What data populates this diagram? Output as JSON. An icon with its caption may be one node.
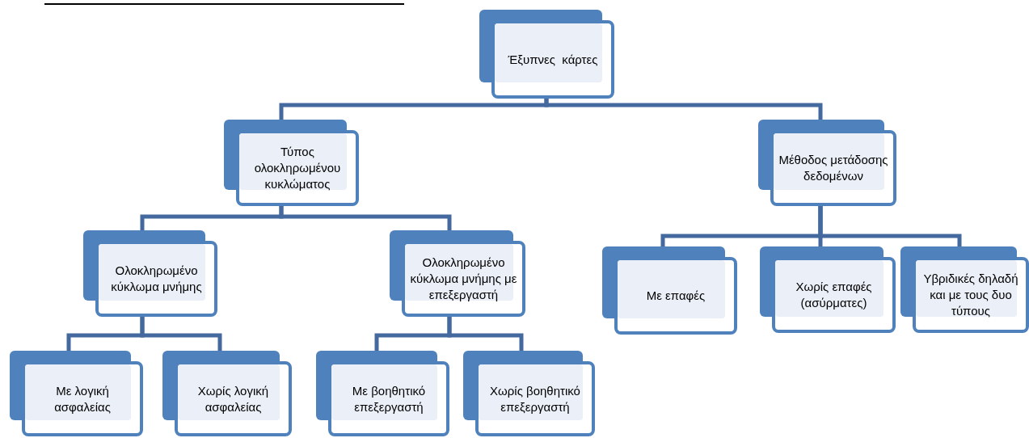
{
  "diagram": {
    "nodes": [
      {
        "text": [
          "Έξυπνες  κάρτες"
        ]
      },
      {
        "text": [
          "Τύπος ολοκληρωμένου κυκλώματος"
        ]
      },
      {
        "text": [
          "Μέθοδος μετάδοσης δεδομένων"
        ]
      },
      {
        "text": [
          "Ολοκληρωμένο κύκλωμα μνήμης"
        ]
      },
      {
        "text": [
          "Ολοκληρωμένο κύκλωμα μνήμης με επεξεργαστή"
        ]
      },
      {
        "text": [
          "Με επαφές"
        ]
      },
      {
        "text": [
          "Χωρίς επαφές (ασύρματες)"
        ]
      },
      {
        "text": [
          "Υβριδικές δηλαδή και με τους δυο τύπους"
        ]
      },
      {
        "text": [
          "Με λογική ασφαλείας"
        ]
      },
      {
        "text": [
          "Χωρίς λογική ασφαλείας"
        ]
      },
      {
        "text": [
          "Με βοηθητικό επεξεργαστή"
        ]
      },
      {
        "text": [
          "Χωρίς βοηθητικό επεξεργαστή"
        ]
      }
    ],
    "edges": [
      {
        "from": 0,
        "to": 1,
        "arrow": "none"
      },
      {
        "from": 0,
        "to": 2,
        "arrow": "none"
      },
      {
        "from": 1,
        "to": 3,
        "arrow": "none"
      },
      {
        "from": 1,
        "to": 4,
        "arrow": "none"
      },
      {
        "from": 2,
        "to": 5,
        "arrow": "none"
      },
      {
        "from": 2,
        "to": 6,
        "arrow": "none"
      },
      {
        "from": 2,
        "to": 7,
        "arrow": "none"
      },
      {
        "from": 3,
        "to": 8,
        "arrow": "none"
      },
      {
        "from": 3,
        "to": 9,
        "arrow": "none"
      },
      {
        "from": 4,
        "to": 10,
        "arrow": "none"
      },
      {
        "from": 4,
        "to": 11,
        "arrow": "none"
      }
    ]
  }
}
